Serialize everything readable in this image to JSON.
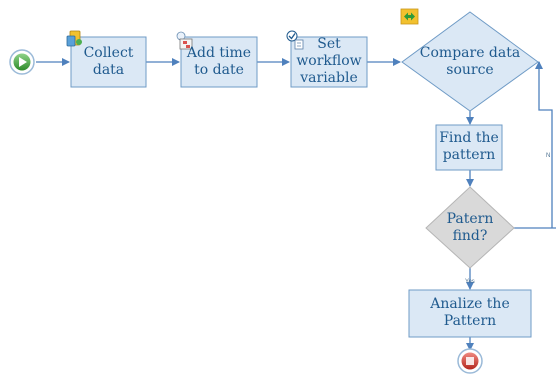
{
  "workflow": {
    "steps": {
      "collect_data": "Collect\ndata",
      "add_time": "Add time\nto date",
      "set_variable": "Set\nworkflow\nvariable",
      "find_pattern": "Find the\npattern",
      "analize_pattern": "Analize the\nPattern"
    },
    "decisions": {
      "compare_source": "Compare data\nsource",
      "pattern_find": "Patern\nfind?"
    },
    "branch_labels": {
      "yes": "Yes",
      "no": "N"
    }
  },
  "icons": {
    "collect_data": "database-icon",
    "add_time": "calendar-clock-icon",
    "set_variable": "checklist-icon",
    "compare_source": "compare-arrows-icon",
    "start": "play-icon",
    "end": "stop-icon"
  },
  "colors": {
    "activity_fill": "#dbe8f5",
    "activity_border": "#6f9bc6",
    "connector": "#4f81bd",
    "text": "#1f5a8e",
    "inactive_decision_fill": "#d9d9d9",
    "start_green": "#3fa53b",
    "end_red": "#c0392b"
  }
}
